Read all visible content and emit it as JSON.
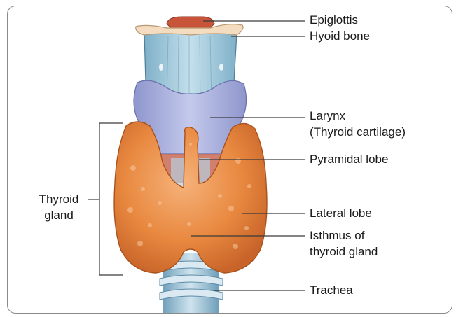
{
  "labels": {
    "epiglottis": "Epiglottis",
    "hyoid_bone": "Hyoid bone",
    "larynx_line1": "Larynx",
    "larynx_line2": "(Thyroid cartilage)",
    "pyramidal_lobe": "Pyramidal lobe",
    "lateral_lobe": "Lateral lobe",
    "isthmus_line1": "Isthmus of",
    "isthmus_line2": "thyroid gland",
    "trachea": "Trachea"
  },
  "bracket_label": {
    "line1": "Thyroid",
    "line2": "gland"
  },
  "colors": {
    "thyroid": "#e8883f",
    "cartilage_blue": "#9fc4d6",
    "larynx_purple": "#aab0da",
    "hyoid": "#f3dcc0",
    "epiglottis": "#c8553a"
  }
}
